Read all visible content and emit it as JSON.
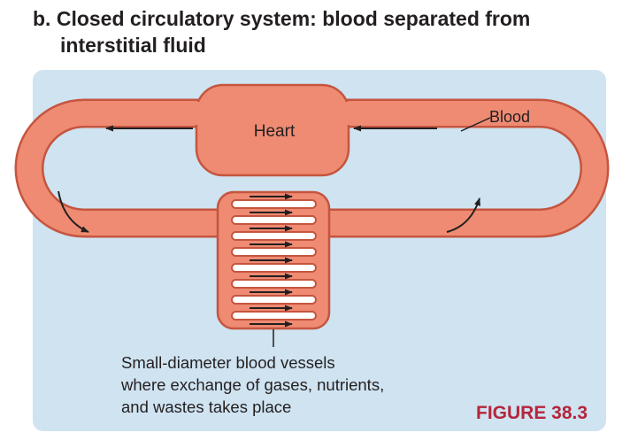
{
  "title": {
    "line1": "b. Closed circulatory system: blood separated from",
    "line2": "interstitial fluid"
  },
  "labels": {
    "heart": "Heart",
    "blood": "Blood"
  },
  "caption": {
    "line1": "Small-diameter blood vessels",
    "line2": "where exchange of gases, nutrients,",
    "line3": "and wastes takes place"
  },
  "figure_label": "FIGURE 38.3",
  "colors": {
    "panel_background": "#cfe3f1",
    "vessel_fill": "#ee8b72",
    "vessel_outline": "#c5553f",
    "arrow": "#231f20",
    "figure_label": "#b5263b"
  }
}
